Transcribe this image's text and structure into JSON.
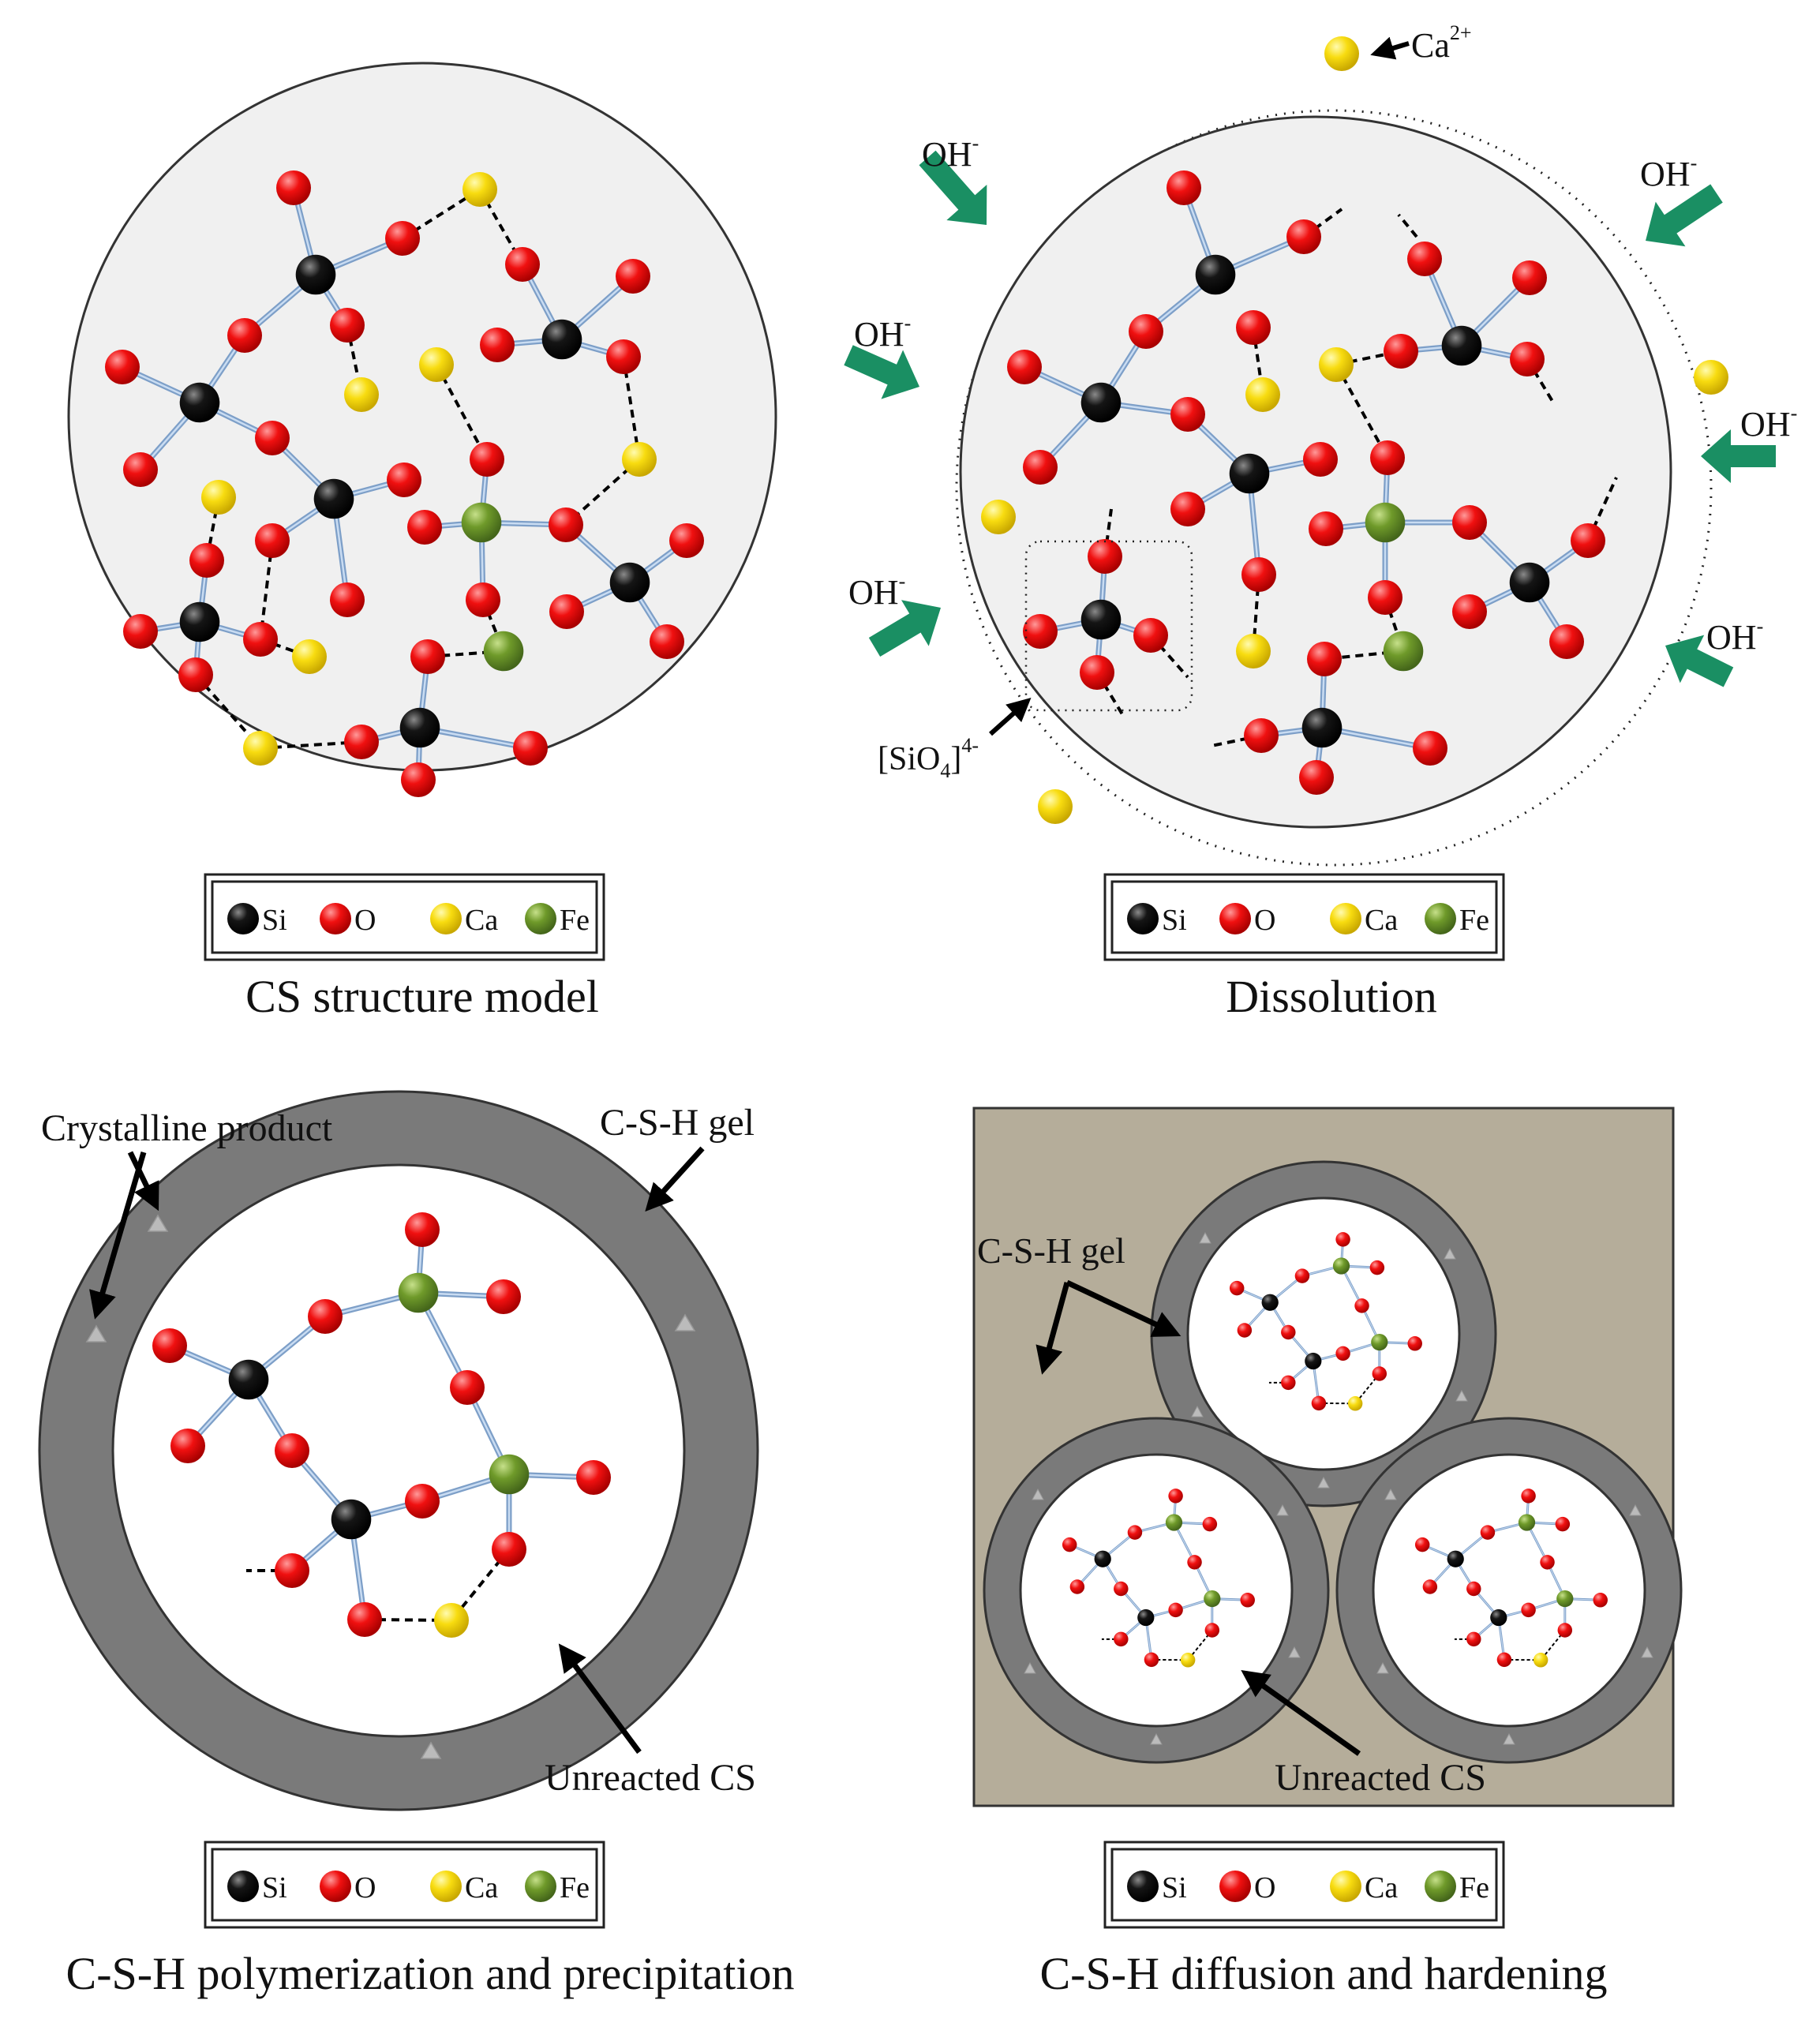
{
  "panels": {
    "cs_structure": {
      "caption": "CS structure model"
    },
    "dissolution": {
      "caption": "Dissolution",
      "ca_label": "Ca",
      "ca_charge": "2+",
      "oh_label": "OH",
      "oh_charge": "-",
      "sio4_label_open": "[SiO",
      "sio4_subscript": "4",
      "sio4_label_close": "]",
      "sio4_charge": "4-"
    },
    "polymerization": {
      "caption": "C-S-H polymerization and precipitation",
      "crystalline_label": "Crystalline product",
      "csh_label": "C-S-H gel",
      "unreacted_label": "Unreacted CS"
    },
    "hardening": {
      "caption": "C-S-H diffusion and hardening",
      "csh_label": "C-S-H gel",
      "unreacted_label": "Unreacted CS"
    }
  },
  "legend": {
    "items": [
      {
        "label": "Si",
        "color": "#111111"
      },
      {
        "label": "O",
        "color": "#ee1111"
      },
      {
        "label": "Ca",
        "color": "#f5d90a"
      },
      {
        "label": "Fe",
        "color": "#6f9a2a"
      }
    ]
  },
  "colors": {
    "circle_fill": "#f0f0f0",
    "shell": "#7a7a7a",
    "matrix": "#b5ad9a",
    "bond": "#8fb0d8",
    "arrow_green": "#1a8f63"
  }
}
